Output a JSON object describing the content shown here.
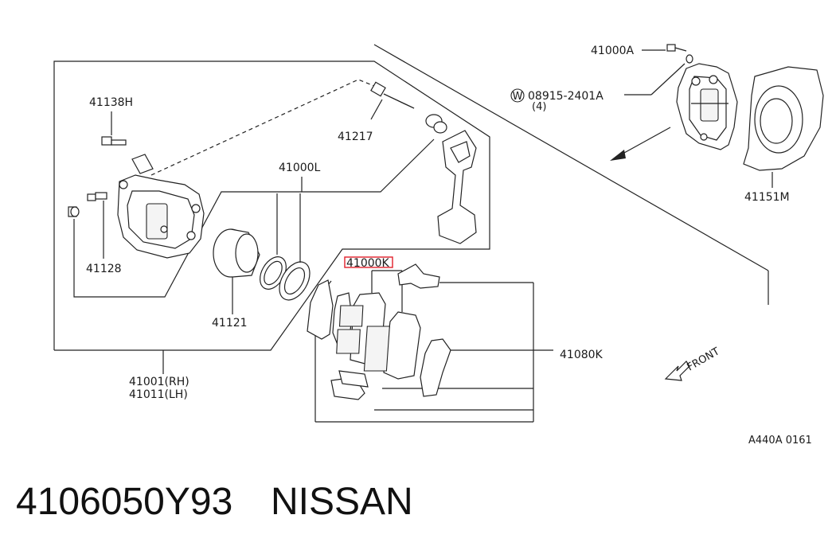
{
  "diagram": {
    "callouts": {
      "c41000A": "41000A",
      "c08915": "08915-2401A",
      "c08915_circle": "W",
      "c08915_qty": "(4)",
      "c41138H": "41138H",
      "c41217": "41217",
      "c41000L": "41000L",
      "c41128": "41128",
      "c41121": "41121",
      "c41000K": "41000K",
      "c41080K": "41080K",
      "c41151M": "41151M",
      "c41001": "41001(RH)",
      "c41011": "41011(LH)",
      "front": "FRONT",
      "code": "A440A 0161"
    },
    "highlight_color": "#e0202a"
  },
  "footer": {
    "part_number": "4106050Y93",
    "brand": "NISSAN"
  }
}
